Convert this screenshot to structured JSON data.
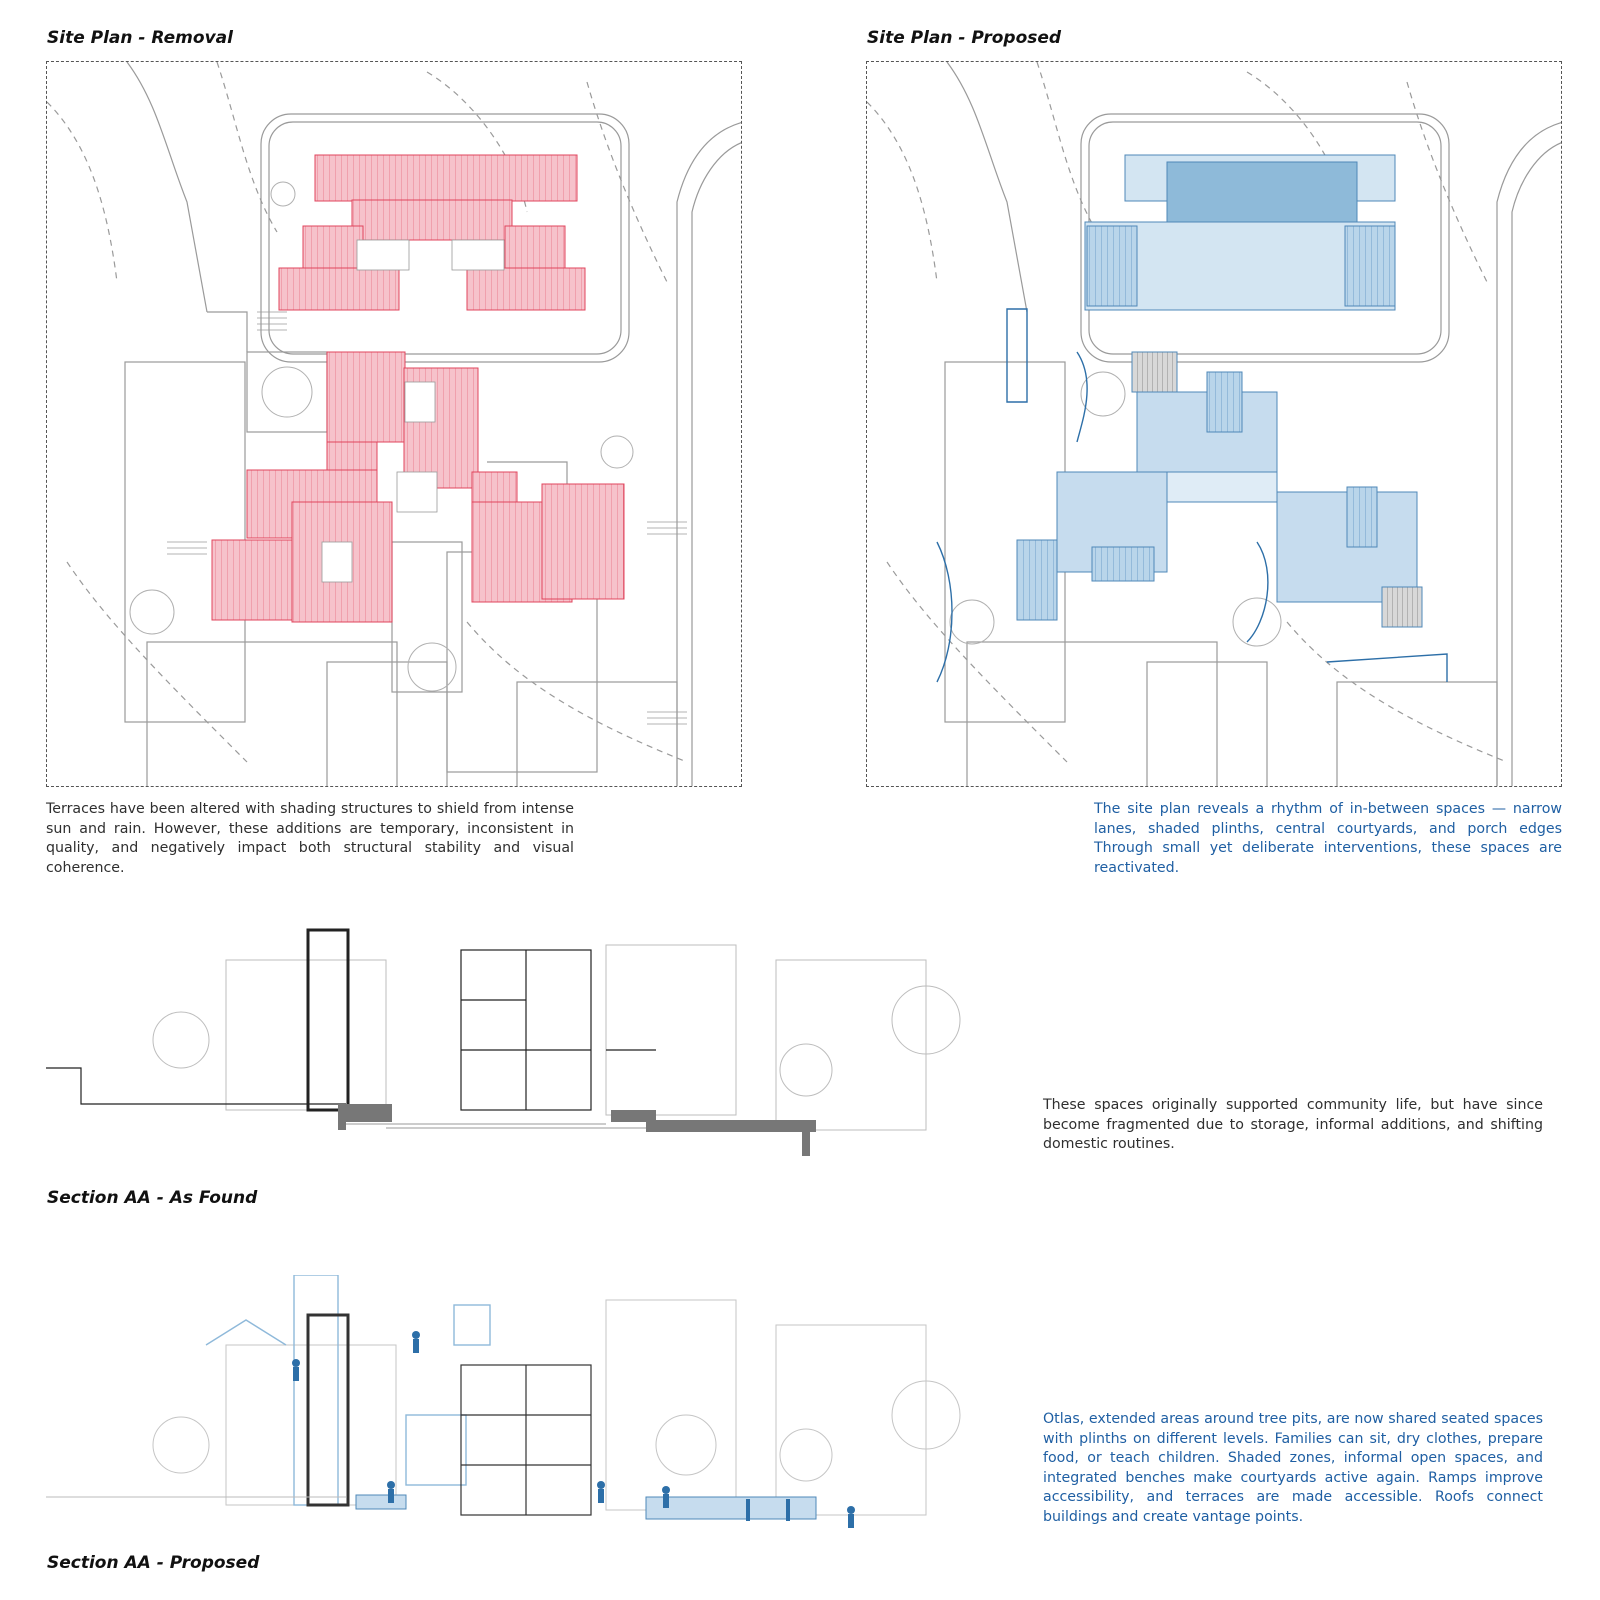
{
  "panels": {
    "removal": {
      "title": "Site Plan - Removal",
      "caption": "Terraces have been altered with shading structures to shield from intense sun and rain. However, these additions are temporary, inconsistent in quality, and negatively impact both structural stability and visual coherence.",
      "accent": "#f08a98"
    },
    "proposed": {
      "title": "Site Plan - Proposed",
      "caption": "The site plan reveals a rhythm of in-between spaces — narrow lanes, shaded plinths, central courtyards, and porch edges Through small yet deliberate interventions, these spaces are reactivated.",
      "accent": "#8ab7d8"
    }
  },
  "sections": {
    "as_found": {
      "title": "Section AA - As Found",
      "caption": "These spaces originally supported community life, but have since become fragmented due to storage, informal additions, and shifting domestic routines."
    },
    "proposed": {
      "title": "Section AA - Proposed",
      "caption": "Otlas, extended areas around tree pits, are now shared seated spaces with plinths on different levels. Families can sit, dry clothes, prepare food, or teach children. Shaded zones, informal open spaces, and integrated benches make courtyards active again. Ramps improve accessibility, and terraces are made accessible. Roofs connect buildings and create vantage points."
    }
  },
  "colors": {
    "removal_fill": "#f5b8c2",
    "removal_line": "#e0455d",
    "proposed_fill": "#c9dff0",
    "proposed_line": "#2d6fa8",
    "caption_blue": "#1f5fa3",
    "line_grey": "#8a8a8a"
  }
}
